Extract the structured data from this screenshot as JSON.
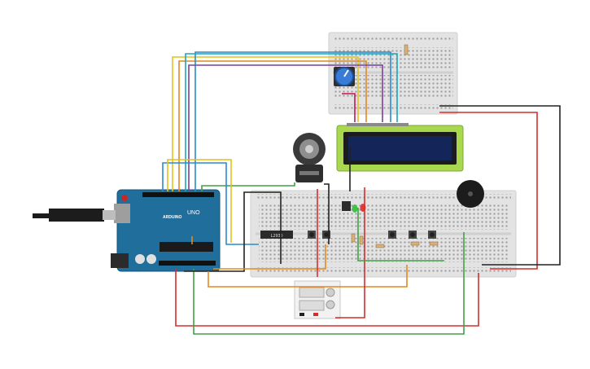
{
  "components": {
    "arduino": {
      "logo": "UNO",
      "brand": "ARDUINO"
    },
    "driver_chip": {
      "label": "L293D"
    },
    "lcd": {
      "type": "16x2"
    },
    "breadboards": [
      "top-breadboard",
      "main-breadboard"
    ],
    "parts": [
      "potentiometer",
      "dc-motor-encoder",
      "buzzer",
      "temperature-sensor",
      "red-led",
      "green-led",
      "push-buttons",
      "resistors",
      "battery-pack",
      "usb-cable"
    ]
  },
  "colors": {
    "background": "#ffffff",
    "arduino_board": "#1f6e9c",
    "breadboard": "#e3e3e3",
    "lcd_green": "#a9d84f",
    "lcd_screen": "#14255a",
    "wire_red": "#d32f2f",
    "wire_black": "#222222",
    "wire_orange": "#e08a1e",
    "wire_yellow": "#e2c21e",
    "wire_green": "#43a047",
    "wire_blue": "#2a8cc9",
    "wire_purple": "#7b3f9e",
    "wire_cyan": "#1aa7b8"
  }
}
